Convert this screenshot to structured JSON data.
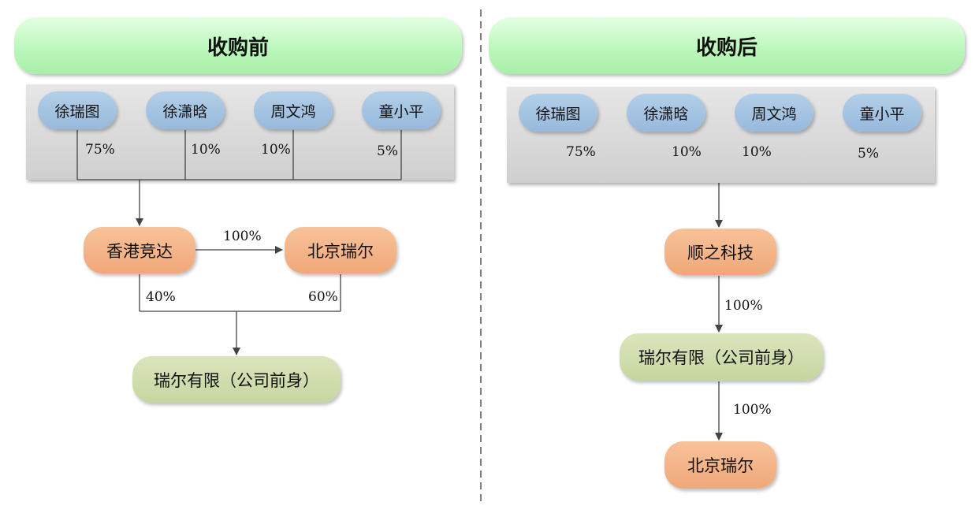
{
  "left": {
    "title": "收购前",
    "shareholders": [
      {
        "name": "徐瑞图",
        "pct": "75%"
      },
      {
        "name": "徐潇晗",
        "pct": "10%"
      },
      {
        "name": "周文鸿",
        "pct": "10%"
      },
      {
        "name": "童小平",
        "pct": "5%"
      }
    ],
    "hk": "香港竞达",
    "bj": "北京瑞尔",
    "hk_to_bj": "100%",
    "hk_to_ruier": "40%",
    "bj_to_ruier": "60%",
    "ruier": "瑞尔有限（公司前身）"
  },
  "right": {
    "title": "收购后",
    "shareholders": [
      {
        "name": "徐瑞图",
        "pct": "75%"
      },
      {
        "name": "徐潇晗",
        "pct": "10%"
      },
      {
        "name": "周文鸿",
        "pct": "10%"
      },
      {
        "name": "童小平",
        "pct": "5%"
      }
    ],
    "shunzhi": "顺之科技",
    "shunzhi_to_ruier": "100%",
    "ruier": "瑞尔有限（公司前身）",
    "ruier_to_bj": "100%",
    "bj": "北京瑞尔"
  }
}
